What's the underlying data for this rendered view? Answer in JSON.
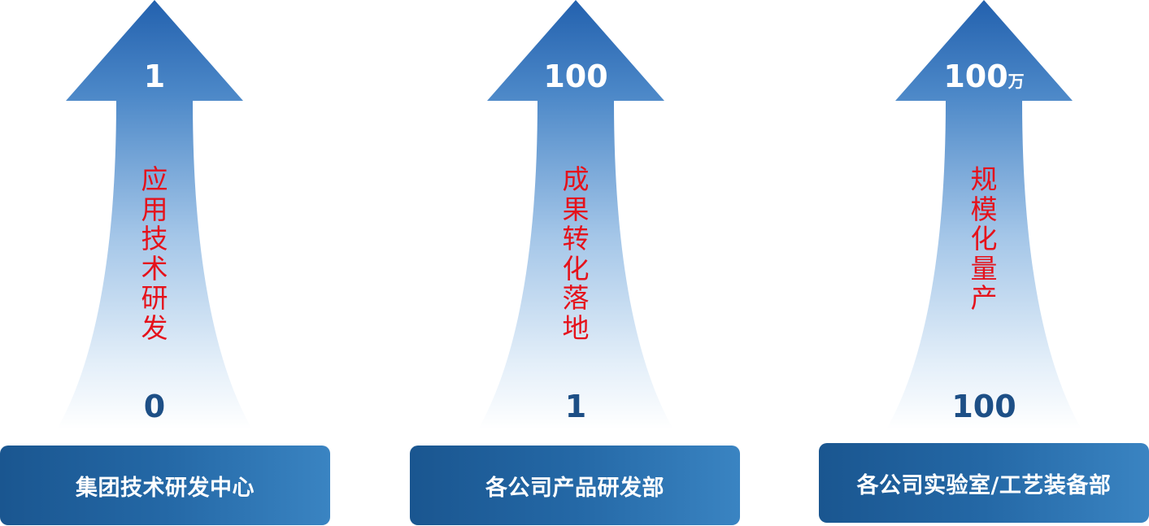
{
  "columns": [
    {
      "top_value": "1",
      "top_unit": "",
      "bottom_value": "0",
      "label": [
        "应",
        "用",
        "技",
        "术",
        "研",
        "发"
      ],
      "department": "集团技术研发中心"
    },
    {
      "top_value": "100",
      "top_unit": "",
      "bottom_value": "1",
      "label": [
        "成",
        "果",
        "转",
        "化",
        "落",
        "地"
      ],
      "department": "各公司产品研发部"
    },
    {
      "top_value": "100",
      "top_unit": "万",
      "bottom_value": "100",
      "label": [
        "规",
        "模",
        "化",
        "量",
        "产"
      ],
      "department": "各公司实验室/工艺装备部"
    }
  ],
  "colors": {
    "arrow_top": "#2563b0",
    "arrow_bottom": "#ffffff",
    "label_red": "#e5121b",
    "bottom_value_blue": "#1d4f86",
    "box_start": "#1a5690",
    "box_end": "#3a84c2"
  }
}
